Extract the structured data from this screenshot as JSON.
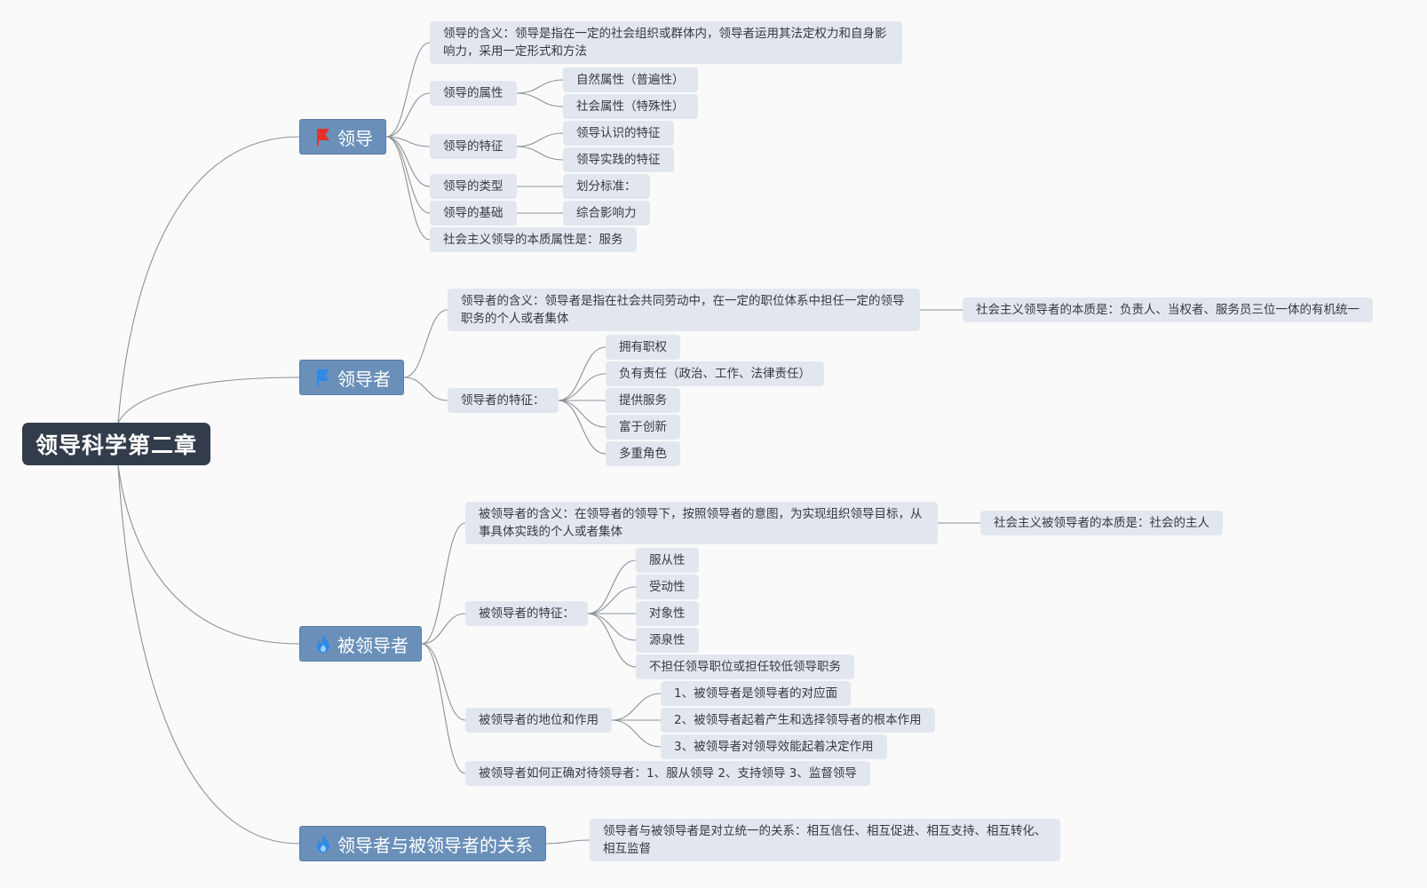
{
  "root": {
    "label": "领导科学第二章"
  },
  "branches": {
    "leader": {
      "label": "领导",
      "icon": "red-flag-icon",
      "children": {
        "meaning": "领导的含义：领导是指在一定的社会组织或群体内，领导者运用其法定权力和自身影响力，采用一定形式和方法",
        "attributes": {
          "label": "领导的属性",
          "children": [
            "自然属性（普遍性）",
            "社会属性（特殊性）"
          ]
        },
        "features": {
          "label": "领导的特征",
          "children": [
            "领导认识的特征",
            "领导实践的特征"
          ]
        },
        "types": {
          "label": "领导的类型",
          "children": [
            "划分标准："
          ]
        },
        "basis": {
          "label": "领导的基础",
          "children": [
            "综合影响力"
          ]
        },
        "essence": "社会主义领导的本质属性是：服务"
      }
    },
    "leader_person": {
      "label": "领导者",
      "icon": "blue-flag-icon",
      "children": {
        "meaning": "领导者的含义：领导者是指在社会共同劳动中，在一定的职位体系中担任一定的领导职务的个人或者集体",
        "meaning_child": "社会主义领导者的本质是：负责人、当权者、服务员三位一体的有机统一",
        "features": {
          "label": "领导者的特征：",
          "children": [
            "拥有职权",
            "负有责任（政治、工作、法律责任）",
            "提供服务",
            "富于创新",
            "多重角色"
          ]
        }
      }
    },
    "follower": {
      "label": "被领导者",
      "icon": "fire-icon",
      "children": {
        "meaning": "被领导者的含义：在领导者的领导下，按照领导者的意图，为实现组织领导目标，从事具体实践的个人或者集体",
        "meaning_child": "社会主义被领导者的本质是：社会的主人",
        "features": {
          "label": "被领导者的特征：",
          "children": [
            "服从性",
            "受动性",
            "对象性",
            "源泉性",
            "不担任领导职位或担任较低领导职务"
          ]
        },
        "role": {
          "label": "被领导者的地位和作用",
          "children": [
            "1、被领导者是领导者的对应面",
            "2、被领导者起着产生和选择领导者的根本作用",
            "3、被领导者对领导效能起着决定作用"
          ]
        },
        "treat": "被领导者如何正确对待领导者：1、服从领导 2、支持领导 3、监督领导"
      }
    },
    "relation": {
      "label": "领导者与被领导者的关系",
      "icon": "fire-icon",
      "children": {
        "desc": "领导者与被领导者是对立统一的关系：相互信任、相互促进、相互支持、相互转化、相互监督"
      }
    }
  },
  "colors": {
    "root_bg": "#323c4b",
    "main_bg": "#6a90ba",
    "sub_bg": "#e2e7ef",
    "line": "#8c9198",
    "flag_red": "#e8302a",
    "flag_blue": "#2f8ae5",
    "fire_blue": "#2f8ae5"
  }
}
